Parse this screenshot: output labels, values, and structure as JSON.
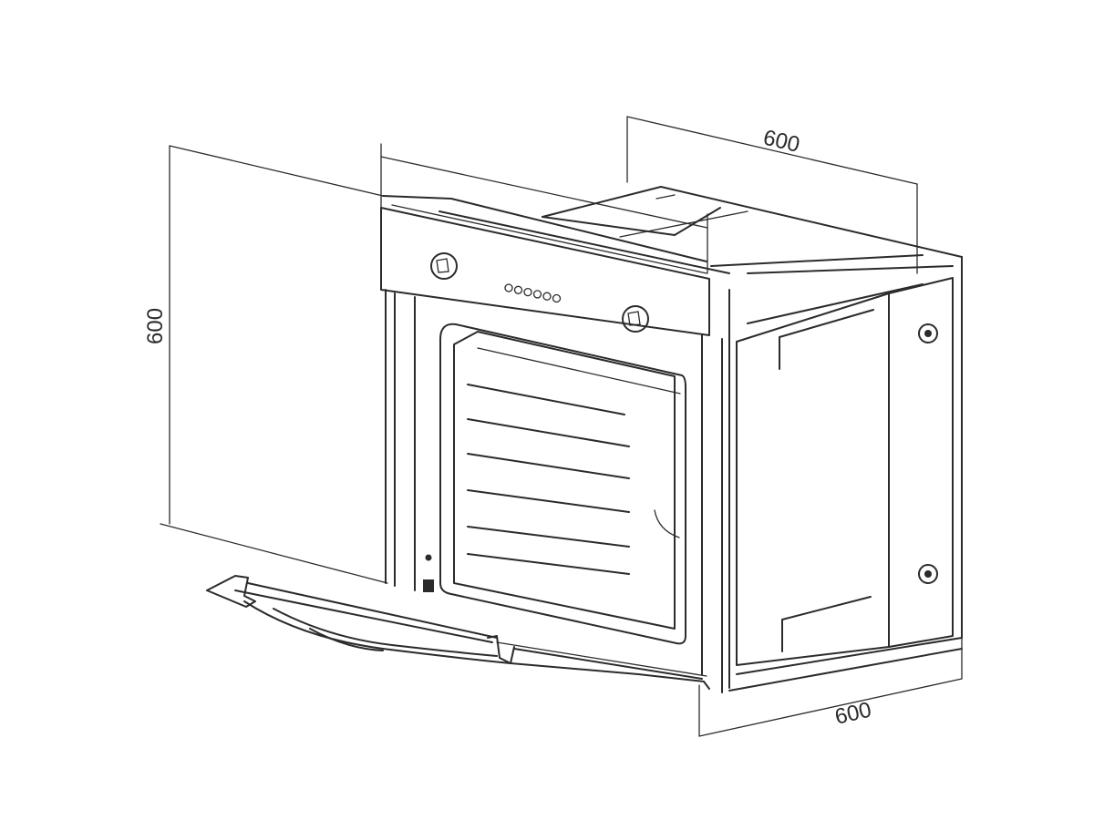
{
  "dimensions": {
    "width": "600",
    "height": "600",
    "depth": "600"
  },
  "control_panel": {
    "indicator_count": 6
  }
}
